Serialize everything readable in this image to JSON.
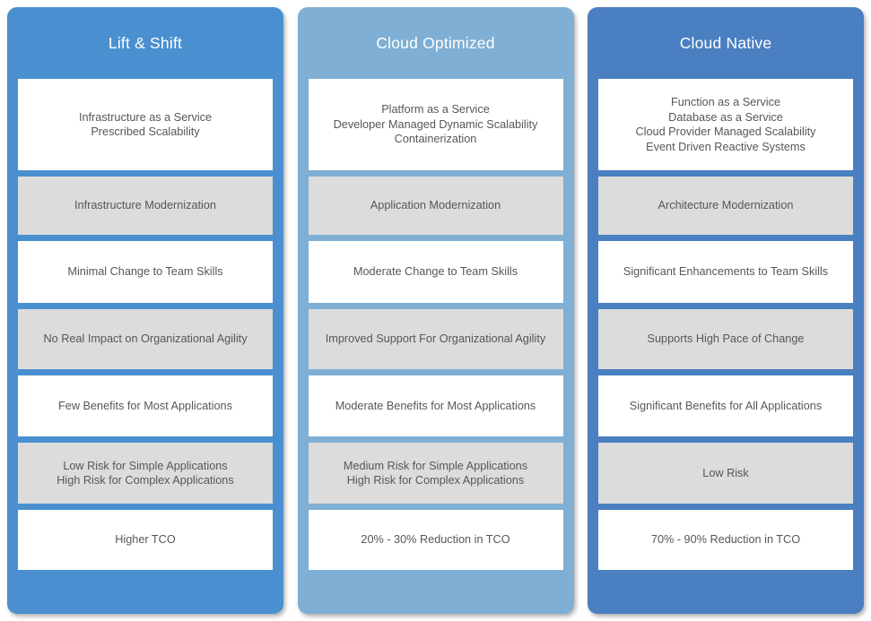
{
  "board": {
    "background_color": "#ffffff",
    "cell_white_color": "#ffffff",
    "cell_grey_color": "#dcdcdc",
    "cell_text_color": "#555759",
    "header_text_color": "#ffffff"
  },
  "columns": [
    {
      "title": "Lift & Shift",
      "accent_color": "#4a90d0",
      "cells": [
        {
          "text": "Infrastructure as a Service\nPrescribed Scalability",
          "style": "white"
        },
        {
          "text": "Infrastructure Modernization",
          "style": "grey"
        },
        {
          "text": "Minimal Change to Team Skills",
          "style": "white"
        },
        {
          "text": "No Real Impact on Organizational Agility",
          "style": "grey"
        },
        {
          "text": "Few Benefits for Most Applications",
          "style": "white"
        },
        {
          "text": "Low Risk for Simple Applications\nHigh Risk for Complex Applications",
          "style": "grey"
        },
        {
          "text": "Higher TCO",
          "style": "white"
        }
      ]
    },
    {
      "title": "Cloud Optimized",
      "accent_color": "#7fafd4",
      "cells": [
        {
          "text": "Platform as a Service\nDeveloper Managed Dynamic Scalability\nContainerization",
          "style": "white"
        },
        {
          "text": "Application Modernization",
          "style": "grey"
        },
        {
          "text": "Moderate Change to Team Skills",
          "style": "white"
        },
        {
          "text": "Improved Support For Organizational Agility",
          "style": "grey"
        },
        {
          "text": "Moderate Benefits for Most Applications",
          "style": "white"
        },
        {
          "text": "Medium Risk for Simple Applications\nHigh Risk for Complex Applications",
          "style": "grey"
        },
        {
          "text": "20% - 30% Reduction in TCO",
          "style": "white"
        }
      ]
    },
    {
      "title": "Cloud Native",
      "accent_color": "#4a7fc1",
      "cells": [
        {
          "text": "Function as a Service\nDatabase as a Service\nCloud Provider Managed Scalability\nEvent Driven Reactive Systems",
          "style": "white"
        },
        {
          "text": "Architecture Modernization",
          "style": "grey"
        },
        {
          "text": "Significant Enhancements to Team Skills",
          "style": "white"
        },
        {
          "text": "Supports High Pace of Change",
          "style": "grey"
        },
        {
          "text": "Significant Benefits for All Applications",
          "style": "white"
        },
        {
          "text": "Low Risk",
          "style": "grey"
        },
        {
          "text": "70% - 90% Reduction in TCO",
          "style": "white"
        }
      ]
    }
  ]
}
